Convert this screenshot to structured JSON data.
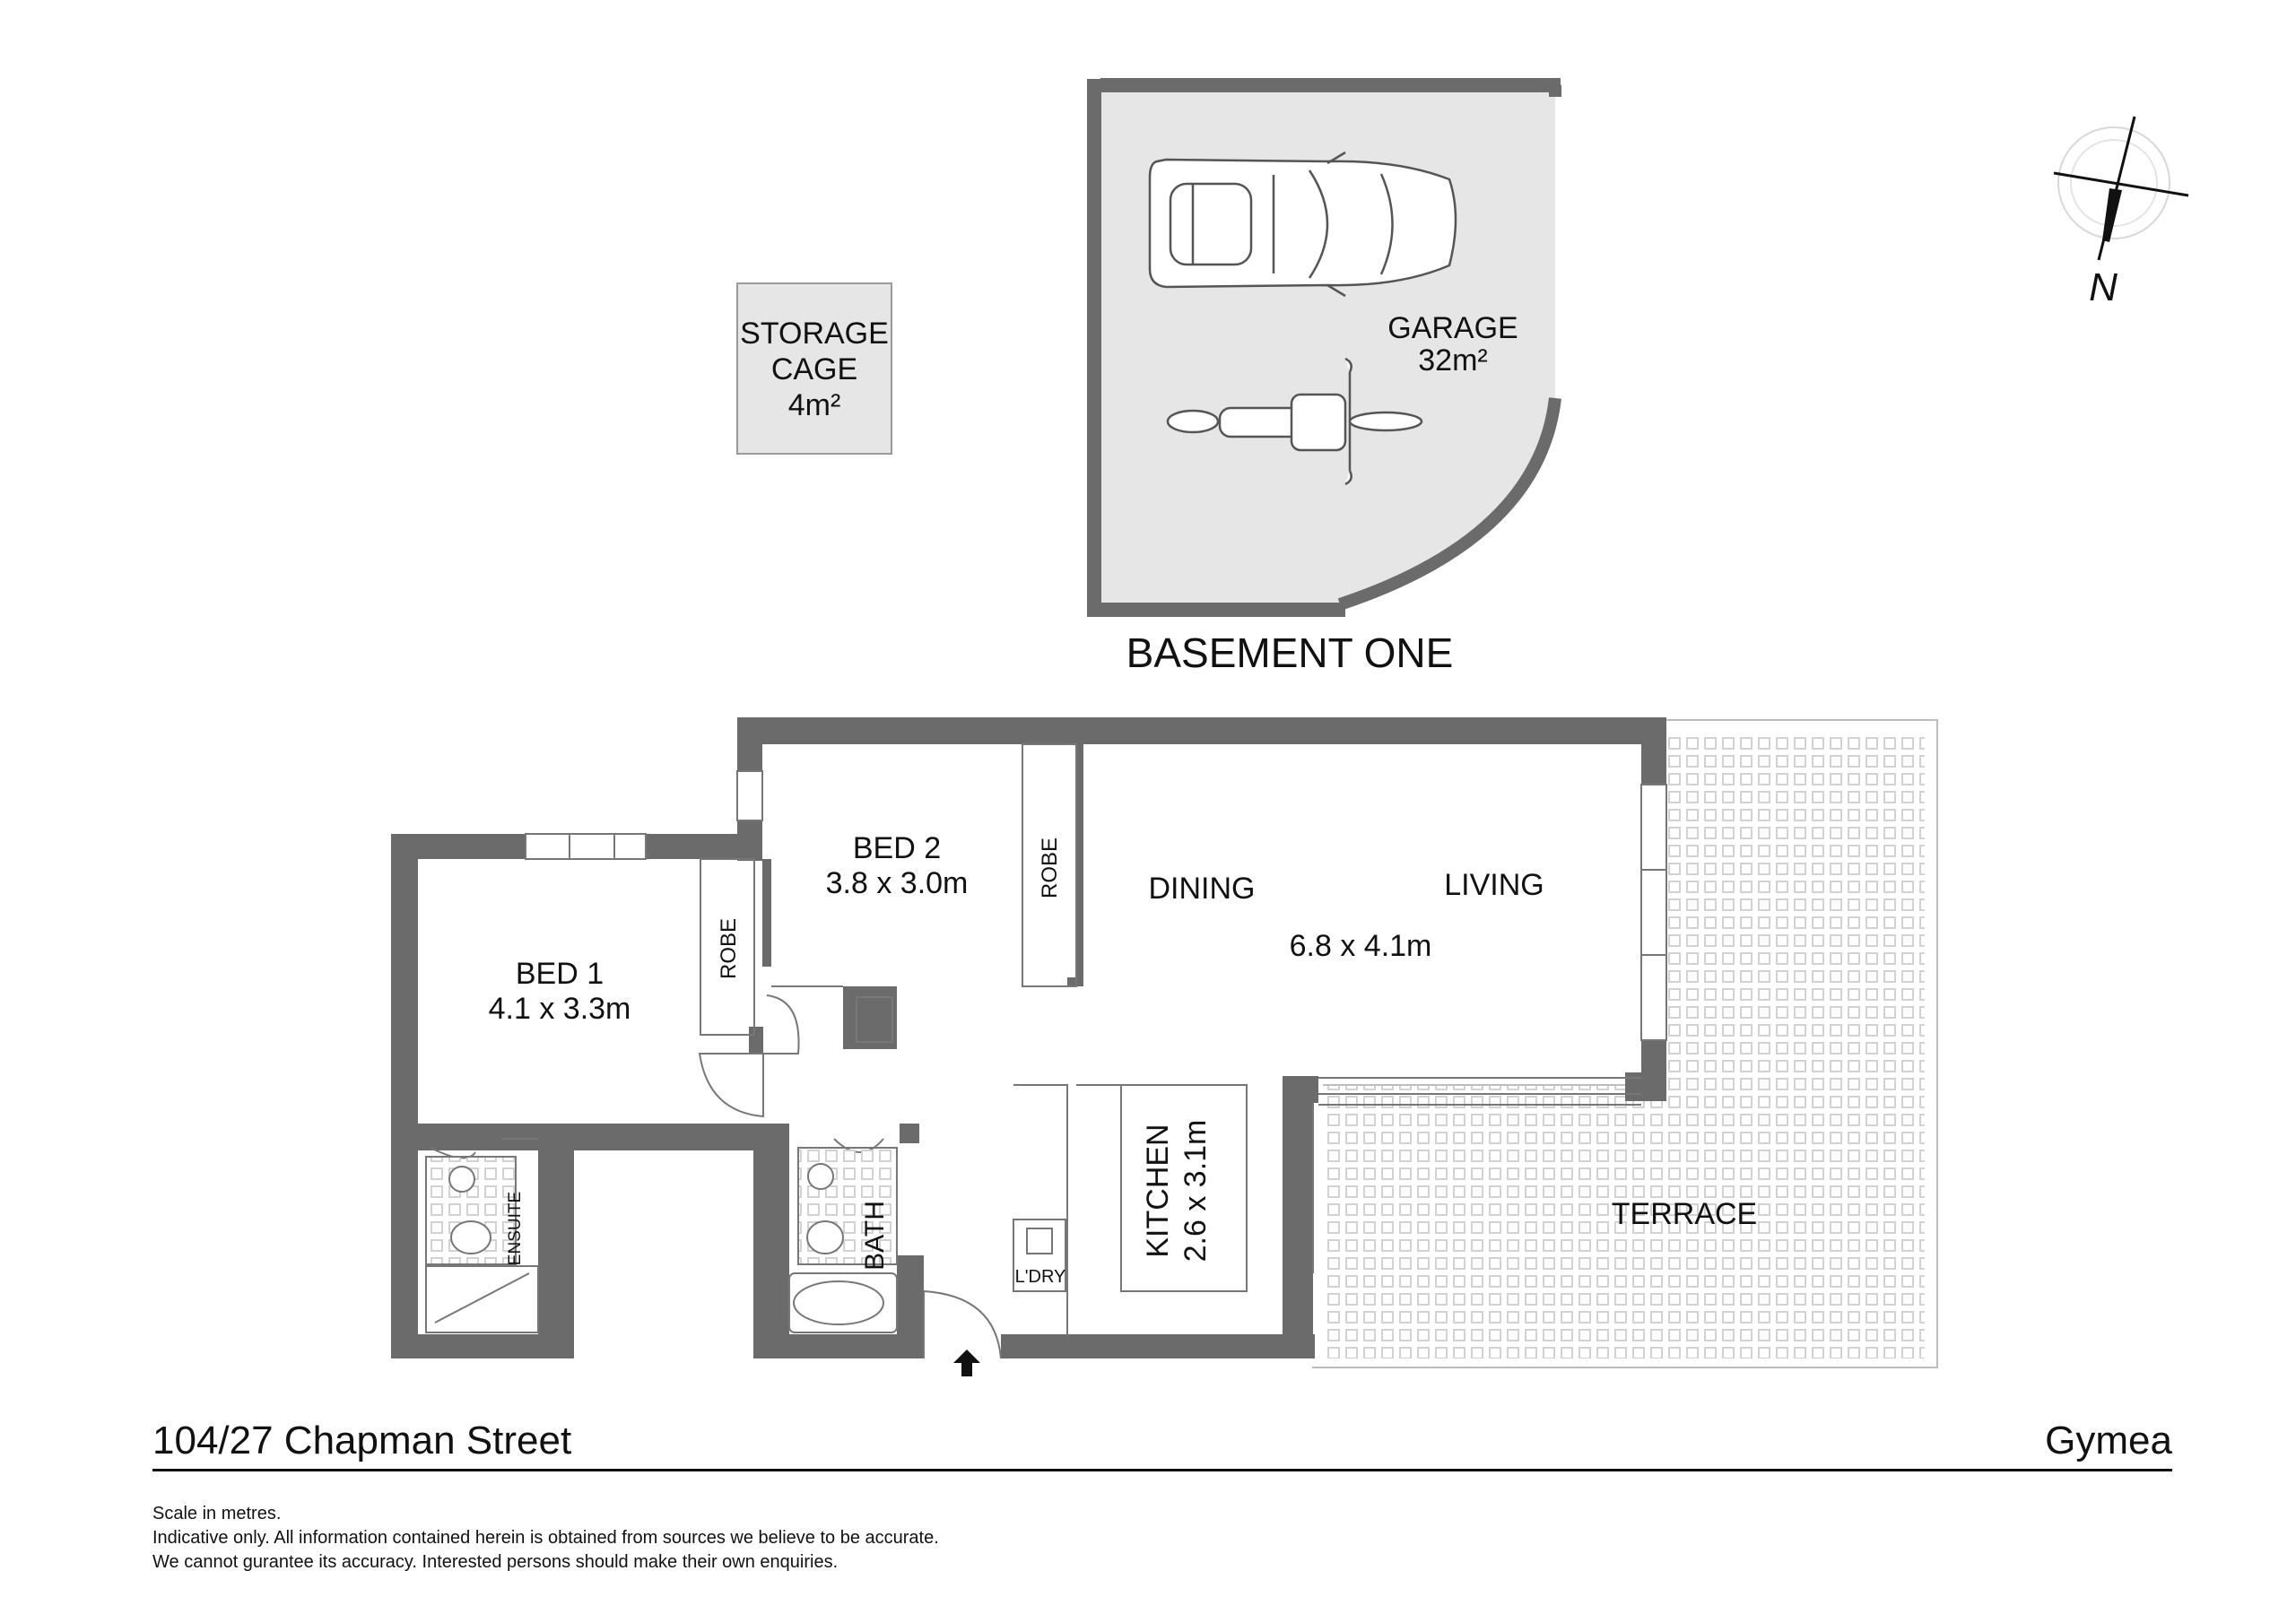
{
  "basement": {
    "title": "BASEMENT ONE",
    "storage_line1": "STORAGE",
    "storage_line2": "CAGE",
    "storage_area": "4m²",
    "garage_label": "GARAGE",
    "garage_area": "32m²"
  },
  "rooms": {
    "bed1": {
      "name": "BED 1",
      "size": "4.1 x 3.3m"
    },
    "bed2": {
      "name": "BED 2",
      "size": "3.8 x 3.0m"
    },
    "robe": "ROBE",
    "dining": "DINING",
    "living": "LIVING",
    "living_size": "6.8 x 4.1m",
    "kitchen": {
      "name": "KITCHEN",
      "size": "2.6 x 3.1m"
    },
    "ensuite": "ENSUITE",
    "bath": "BATH",
    "laundry": "L'DRY",
    "terrace": "TERRACE"
  },
  "compass": {
    "label": "N"
  },
  "footer": {
    "address": "104/27 Chapman Street",
    "suburb": "Gymea",
    "note1": "Scale in metres.",
    "note2": "Indicative only. All information contained herein is obtained from sources we believe to be accurate.",
    "note3": "We cannot gurantee its accuracy. Interested persons should make their own enquiries."
  },
  "colors": {
    "wall": "#6b6b6b",
    "floor_basement": "#e6e6e6",
    "grid": "#d0d0d0"
  }
}
